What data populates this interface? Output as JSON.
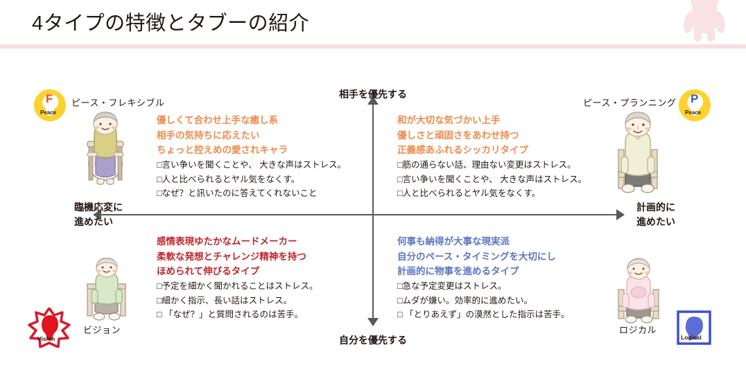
{
  "header": {
    "title": "4タイプの特徴とタブーの紹介",
    "bear_icon": "bear-mascot-icon",
    "rule_color": "#f7dfe2"
  },
  "axes": {
    "top_label": "相手を優先する",
    "bottom_label": "自分を優先する",
    "left_label_line1": "臨機応変に",
    "left_label_line2": "進めたい",
    "right_label_line1": "計画的に",
    "right_label_line2": "進めたい",
    "line_color": "#595757"
  },
  "colors": {
    "peace_orange": "#ef8b4c",
    "vision_red": "#c0272d",
    "logical_blue": "#5b76c4",
    "badge_yellow": "#ffd12e",
    "text_black": "#231815"
  },
  "quadrants": {
    "top_left": {
      "type_name": "ピース・フレキシブル",
      "badge_letter": "F",
      "badge_word": "Peace",
      "badge_shape": "circle",
      "figure_icon": "elderly-person-in-wheelchair-icon",
      "headline": [
        "優しくて合わせ上手な癒し系",
        "相手の気持ちに応えたい",
        "ちょっと控えめの愛されキャラ"
      ],
      "taboos": [
        "□言い争いを聞くことや、 大きな声はストレス。",
        "□人と比べられるとヤル気をなくす。",
        "□なぜ？と訊いたのに答えてくれないこと"
      ]
    },
    "top_right": {
      "type_name": "ピース・プランニング",
      "badge_letter": "P",
      "badge_word": "Peace",
      "badge_shape": "circle",
      "figure_icon": "elderly-man-seated-icon",
      "headline": [
        "和が大切な気づかい上手",
        "優しさと頑固さをあわせ持つ",
        "正義感あふれるシッカリタイプ"
      ],
      "taboos": [
        "□筋の通らない話、理由ない変更はストレス。",
        "□言い争いを聞くことや、 大きな声はストレス。",
        "□人と比べられるとヤル気をなくす。"
      ]
    },
    "bottom_left": {
      "type_name": "ビジョン",
      "badge_word": "Vision",
      "badge_shape": "starburst",
      "figure_icon": "elderly-man-standing-icon",
      "headline": [
        "感情表現ゆたかなムードメーカー",
        "柔軟な発想とチャレンジ精神を持つ",
        "ほめられて伸びるタイプ"
      ],
      "taboos": [
        "□予定を細かく聞かれることはストレス。",
        "□細かく指示、長い話はストレス。",
        "□ 「なぜ？」と質問されるのは苦手。"
      ]
    },
    "bottom_right": {
      "type_name": "ロジカル",
      "badge_word": "Logical",
      "badge_shape": "square",
      "figure_icon": "elderly-woman-seated-icon",
      "headline": [
        "何事も納得が大事な現実派",
        "自分のペース・タイミングを大切にし",
        "計画的に物事を進めるタイプ"
      ],
      "taboos": [
        "□急な予定変更はストレス。",
        "□ムダが嫌い。効率的に進めたい。",
        "□ 「とりあえず」の漠然とした指示は苦手。"
      ]
    }
  }
}
